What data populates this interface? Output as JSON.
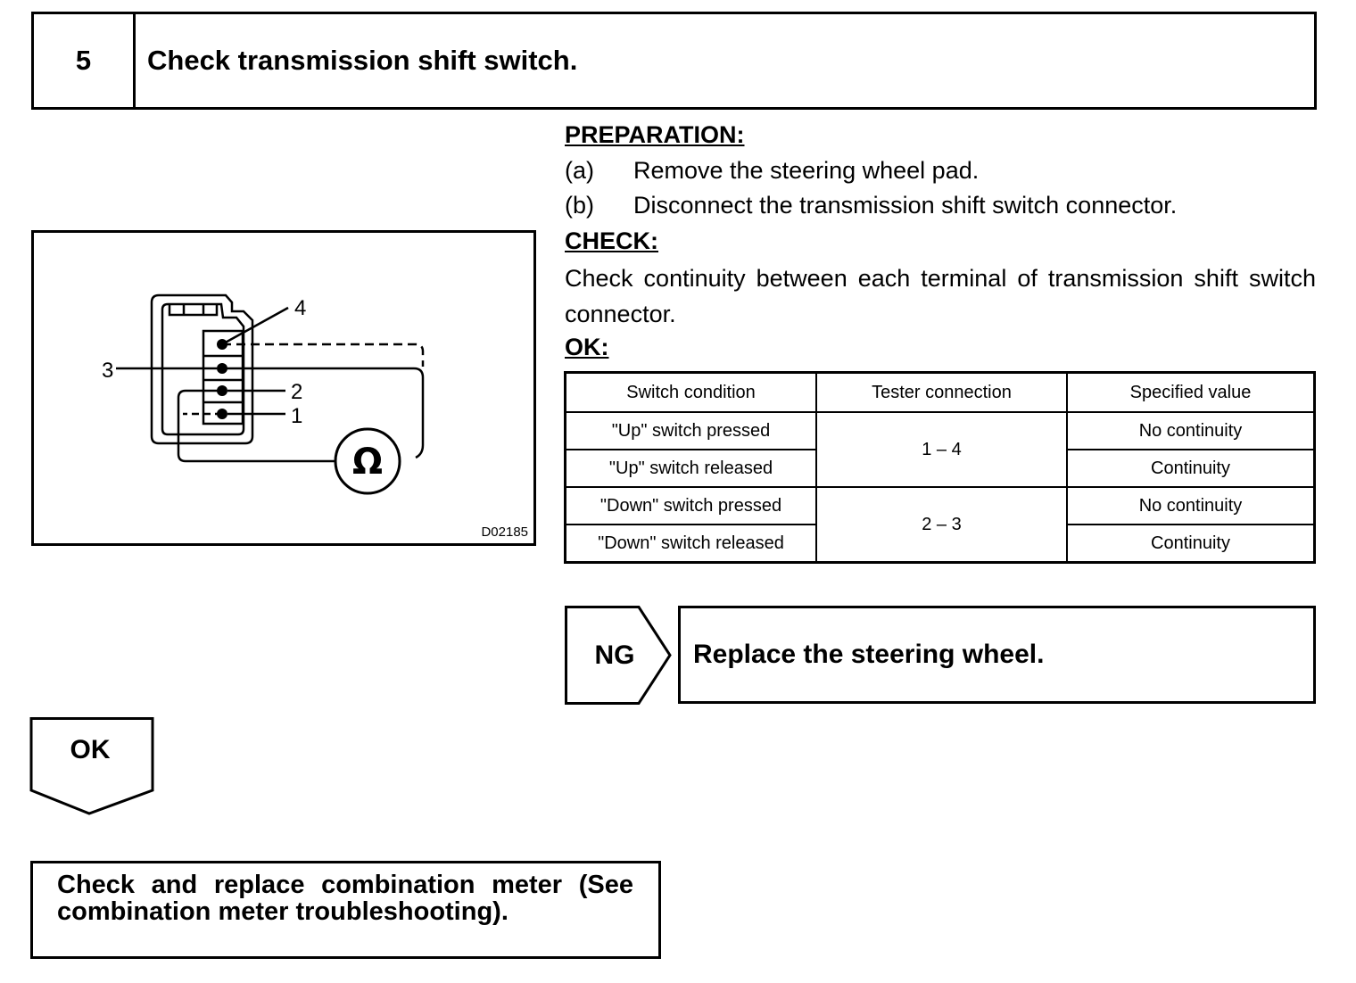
{
  "step": {
    "number": "5",
    "title": "Check transmission shift switch."
  },
  "diagram": {
    "code": "D02185",
    "terminal_labels": [
      "1",
      "2",
      "3",
      "4"
    ],
    "meter_symbol": "Ω",
    "icon": "ohmmeter-connector-diagram"
  },
  "preparation": {
    "heading": "PREPARATION:",
    "steps": [
      {
        "marker": "(a)",
        "text": "Remove the steering wheel pad."
      },
      {
        "marker": "(b)",
        "text": "Disconnect the transmission shift switch connector."
      }
    ]
  },
  "check": {
    "heading": "CHECK:",
    "text": "Check continuity between each terminal of transmission shift switch connector."
  },
  "ok_spec": {
    "heading": "OK:",
    "columns": [
      "Switch condition",
      "Tester connection",
      "Specified value"
    ],
    "rows": [
      {
        "condition": "\"Up\" switch pressed",
        "value": "No continuity"
      },
      {
        "condition": "\"Up\" switch released",
        "value": "Continuity"
      },
      {
        "condition": "\"Down\" switch pressed",
        "value": "No continuity"
      },
      {
        "condition": "\"Down\" switch released",
        "value": "Continuity"
      }
    ],
    "connections": [
      "1 – 4",
      "2 – 3"
    ]
  },
  "ng": {
    "label": "NG",
    "action": "Replace the steering wheel."
  },
  "ok": {
    "label": "OK",
    "action": "Check and replace combination meter (See combination meter troubleshooting)."
  }
}
